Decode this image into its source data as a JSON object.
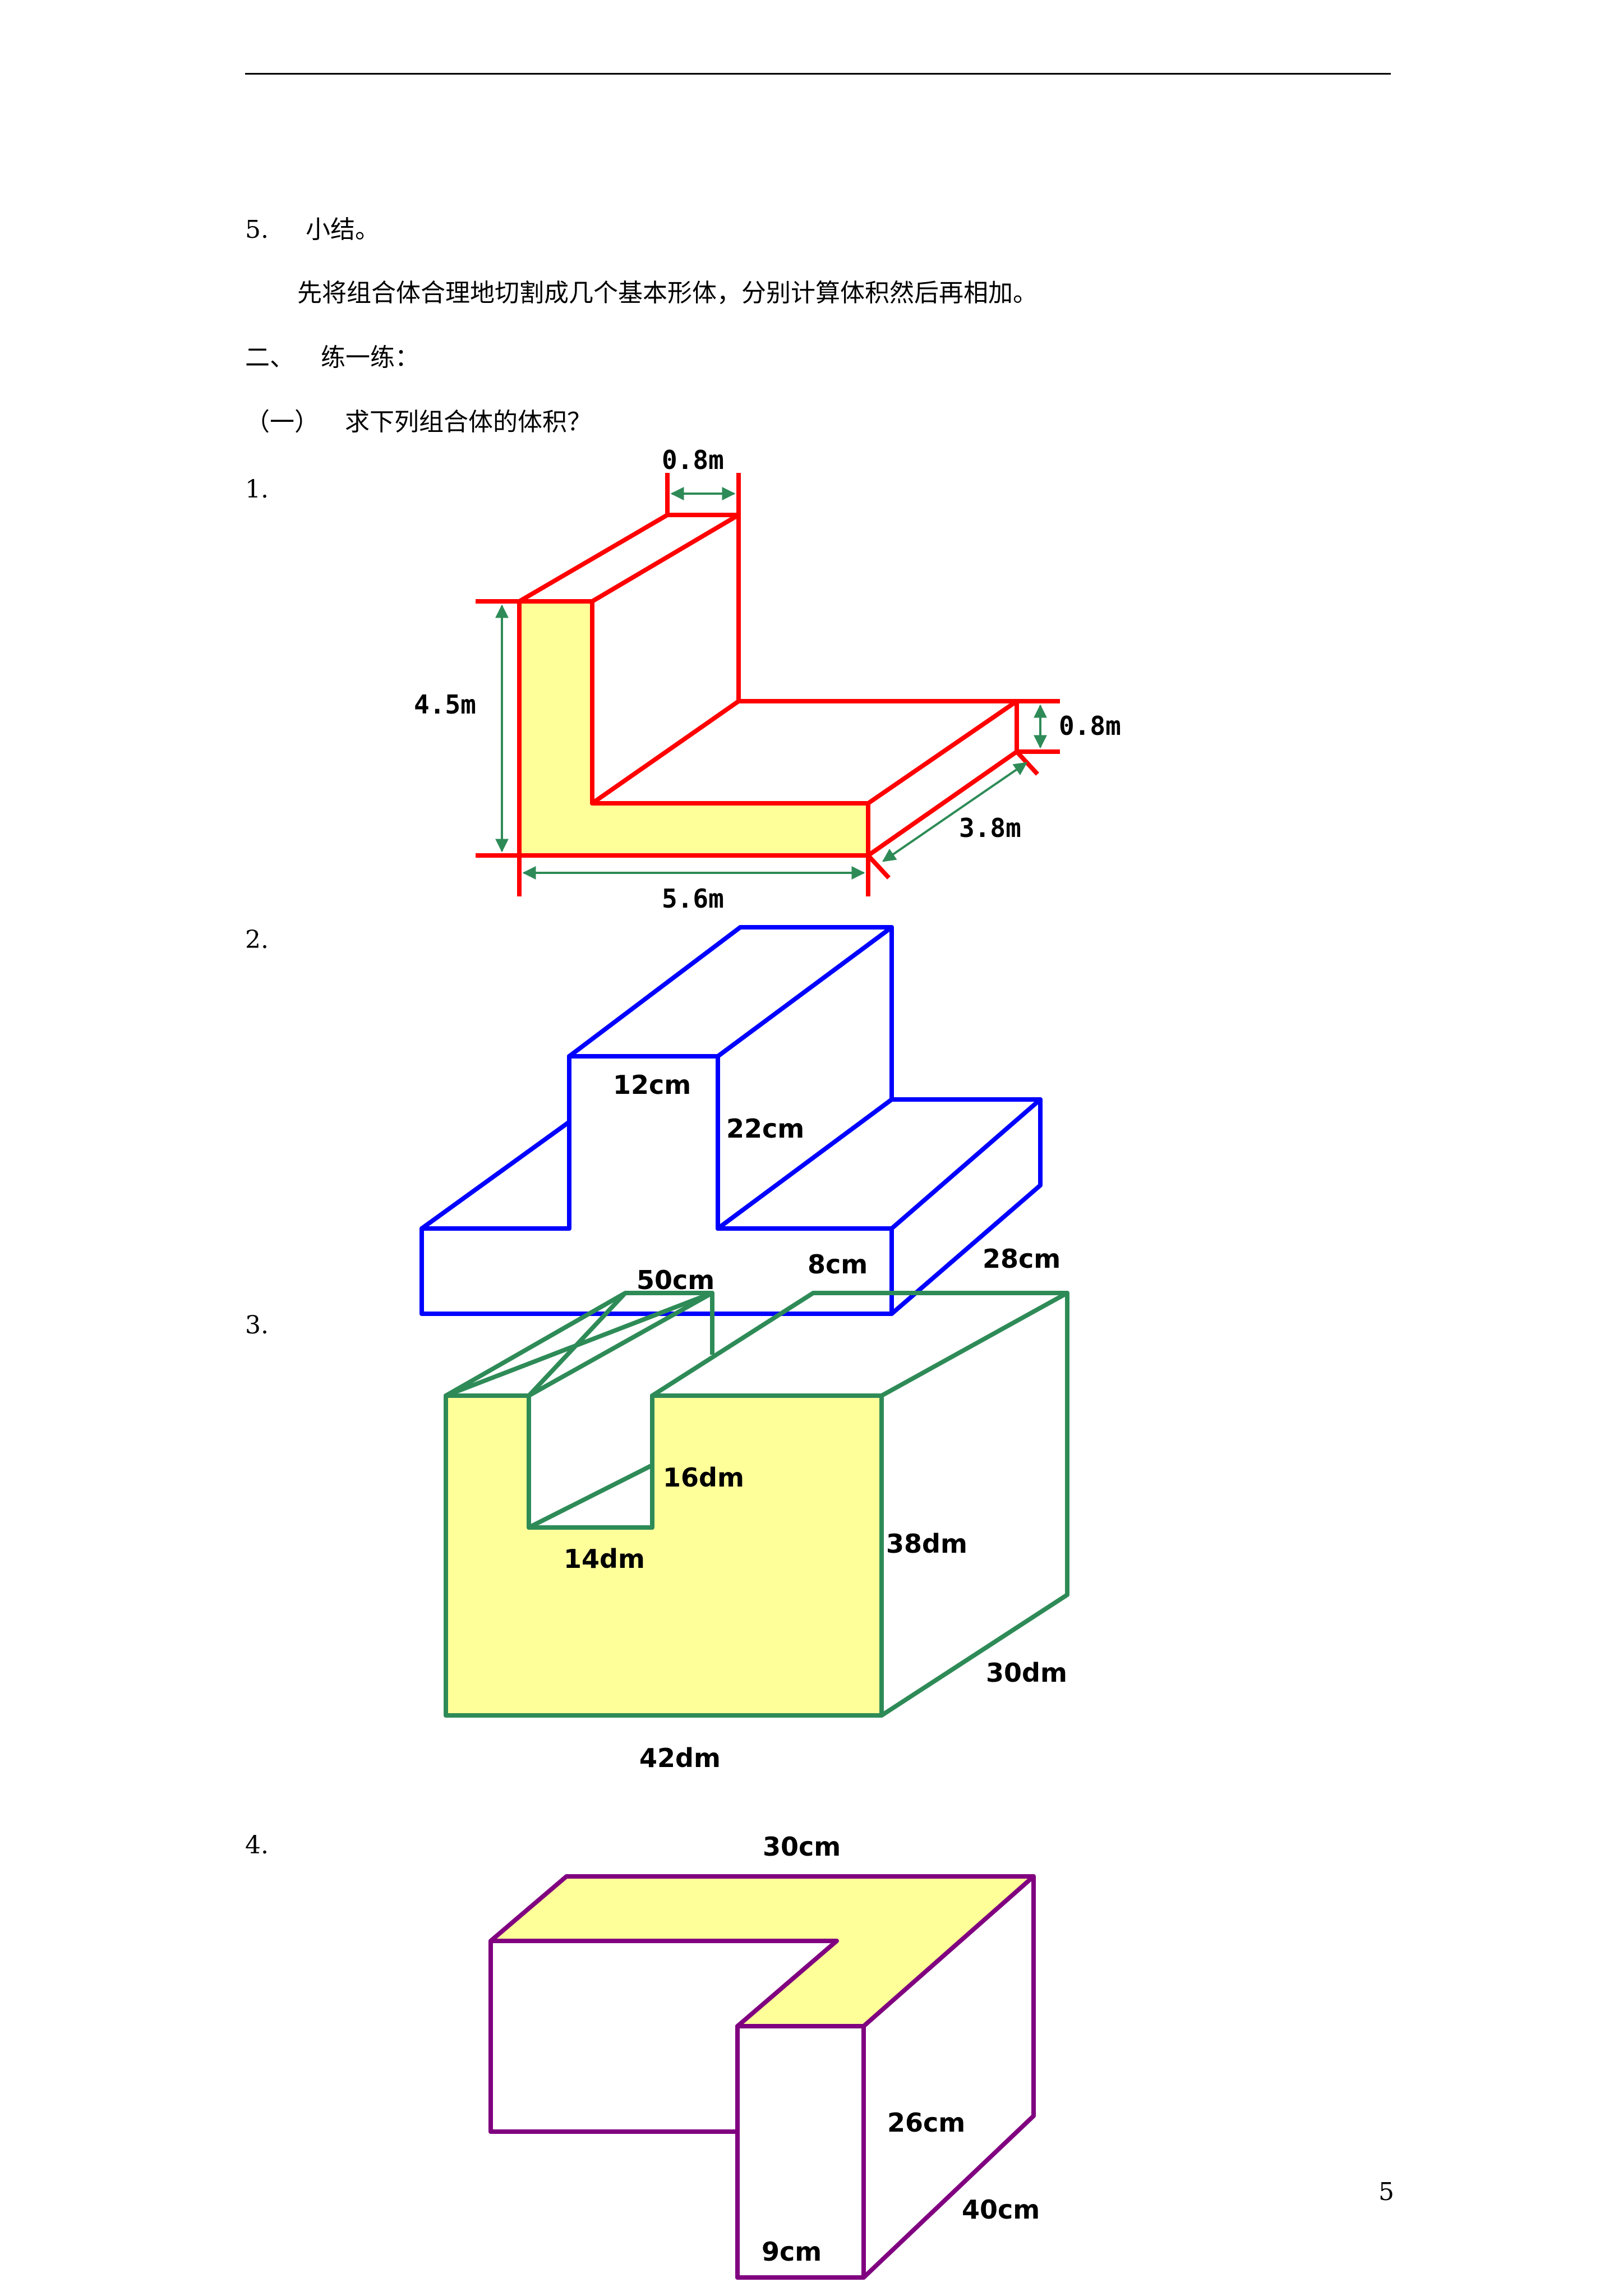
{
  "section5": {
    "number": "5.",
    "title": "小结。"
  },
  "summary": "先将组合体合理地切割成几个基本形体，分别计算体积然后再相加。",
  "section2": {
    "number": "二、",
    "title": "练一练："
  },
  "subsection1": {
    "number": "（一）",
    "title": "求下列组合体的体积？"
  },
  "problems": [
    {
      "number": "1.",
      "labels": {
        "top_thickness": "0.8m",
        "height": "4.5m",
        "base_thickness": "0.8m",
        "depth": "3.8m",
        "width": "5.6m"
      }
    },
    {
      "number": "2.",
      "labels": {
        "top_width": "12cm",
        "middle_height": "22cm",
        "step_height": "8cm",
        "depth": "28cm",
        "length": "50cm"
      }
    },
    {
      "number": "3.",
      "labels": {
        "groove_depth": "16dm",
        "groove_width": "14dm",
        "height": "38dm",
        "depth": "30dm",
        "width": "42dm"
      }
    },
    {
      "number": "4.",
      "labels": {
        "top_width": "30cm",
        "height": "26cm",
        "depth": "40cm",
        "front_width": "9cm"
      }
    }
  ],
  "page_number": "5",
  "colors": {
    "fig1": "#ff0000",
    "fig2": "#0000ff",
    "fig3": "#2e8b57",
    "fig4": "#800080",
    "fill": "#ffff99",
    "dimension": "#2e8b57"
  }
}
